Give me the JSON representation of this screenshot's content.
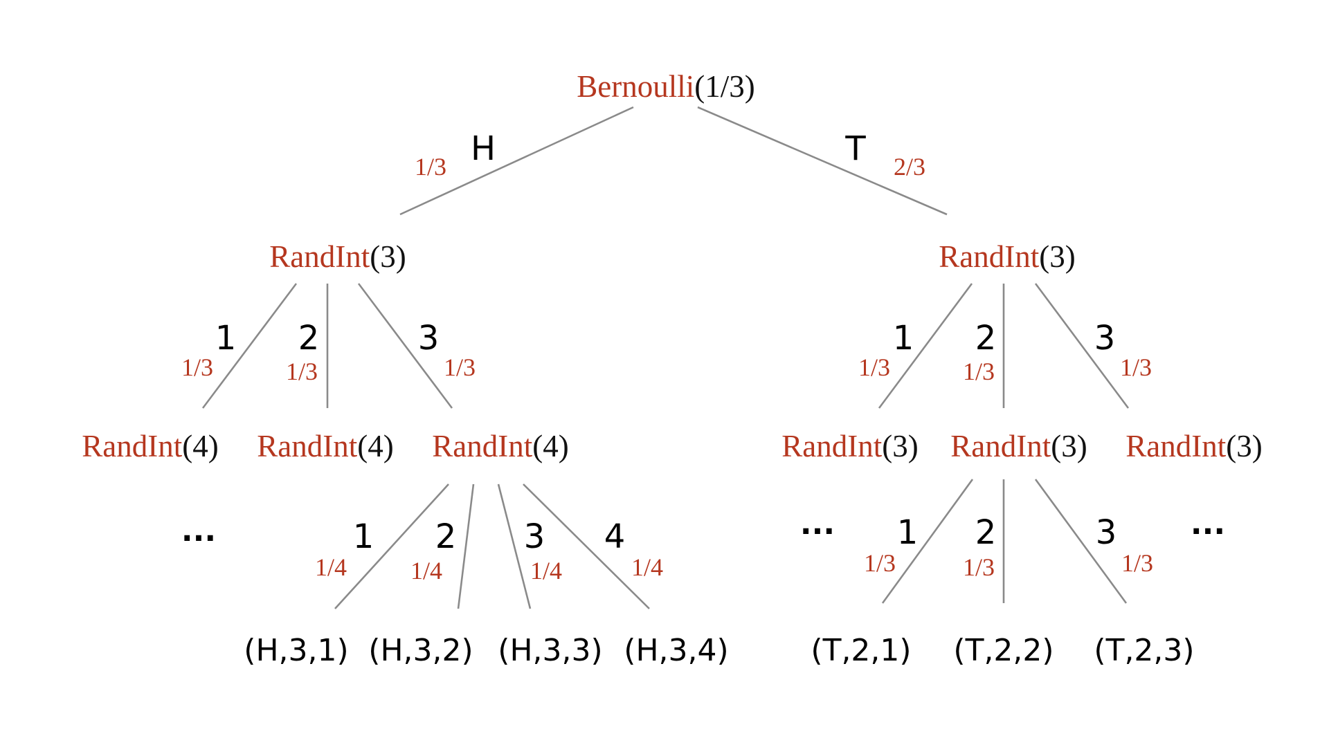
{
  "root": {
    "fn": "Bernoulli",
    "arg": "(1/3)"
  },
  "root_edges": [
    {
      "label": "H",
      "prob": "1/3"
    },
    {
      "label": "T",
      "prob": "2/3"
    }
  ],
  "level1": [
    {
      "fn": "RandInt",
      "arg": "(3)"
    },
    {
      "fn": "RandInt",
      "arg": "(3)"
    }
  ],
  "left_edges": [
    {
      "label": "1",
      "prob": "1/3"
    },
    {
      "label": "2",
      "prob": "1/3"
    },
    {
      "label": "3",
      "prob": "1/3"
    }
  ],
  "right_edges": [
    {
      "label": "1",
      "prob": "1/3"
    },
    {
      "label": "2",
      "prob": "1/3"
    },
    {
      "label": "3",
      "prob": "1/3"
    }
  ],
  "level2_left": [
    {
      "fn": "RandInt",
      "arg": "(4)"
    },
    {
      "fn": "RandInt",
      "arg": "(4)"
    },
    {
      "fn": "RandInt",
      "arg": "(4)"
    }
  ],
  "level2_right": [
    {
      "fn": "RandInt",
      "arg": "(3)"
    },
    {
      "fn": "RandInt",
      "arg": "(3)"
    },
    {
      "fn": "RandInt",
      "arg": "(3)"
    }
  ],
  "left_leaf_edges": [
    {
      "label": "1",
      "prob": "1/4"
    },
    {
      "label": "2",
      "prob": "1/4"
    },
    {
      "label": "3",
      "prob": "1/4"
    },
    {
      "label": "4",
      "prob": "1/4"
    }
  ],
  "right_leaf_edges": [
    {
      "label": "1",
      "prob": "1/3"
    },
    {
      "label": "2",
      "prob": "1/3"
    },
    {
      "label": "3",
      "prob": "1/3"
    }
  ],
  "leaves_left": [
    "(H,3,1)",
    "(H,3,2)",
    "(H,3,3)",
    "(H,3,4)"
  ],
  "leaves_right": [
    "(T,2,1)",
    "(T,2,2)",
    "(T,2,3)"
  ],
  "ellipsis": "..."
}
